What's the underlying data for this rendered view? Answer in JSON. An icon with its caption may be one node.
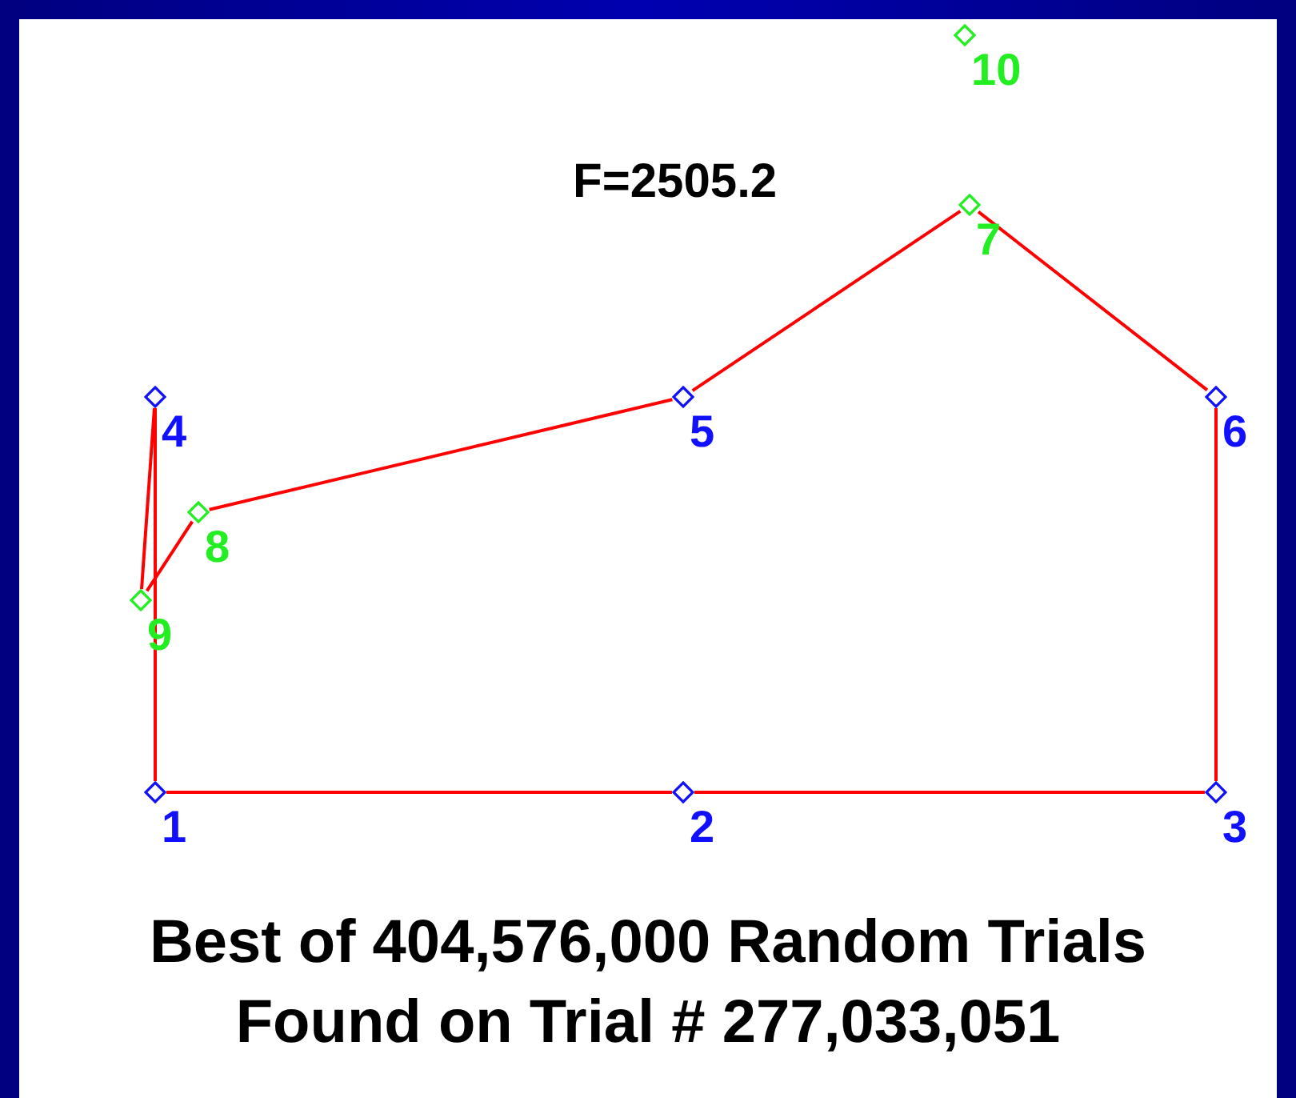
{
  "diagram": {
    "nodes": [
      {
        "text": [],
        "shape": "diamond",
        "beside": [
          "1"
        ]
      },
      {
        "text": [],
        "shape": "diamond",
        "beside": [
          "2"
        ]
      },
      {
        "text": [],
        "shape": "diamond",
        "beside": [
          "3"
        ]
      },
      {
        "text": [],
        "shape": "diamond",
        "beside": [
          "4"
        ]
      },
      {
        "text": [],
        "shape": "diamond",
        "beside": [
          "5"
        ]
      },
      {
        "text": [],
        "shape": "diamond",
        "beside": [
          "6"
        ]
      },
      {
        "text": [],
        "shape": "diamond",
        "beside": [
          "7"
        ]
      },
      {
        "text": [],
        "shape": "diamond",
        "beside": [
          "8"
        ]
      },
      {
        "text": [],
        "shape": "diamond",
        "beside": [
          "9"
        ]
      },
      {
        "text": [],
        "shape": "diamond",
        "beside": [
          "10"
        ]
      }
    ],
    "edges": [
      {
        "from": 0,
        "to": 1,
        "arrow": "none"
      },
      {
        "from": 1,
        "to": 2,
        "arrow": "none"
      },
      {
        "from": 2,
        "to": 5,
        "arrow": "none"
      },
      {
        "from": 5,
        "to": 6,
        "arrow": "none"
      },
      {
        "from": 6,
        "to": 4,
        "arrow": "none"
      },
      {
        "from": 4,
        "to": 7,
        "arrow": "none"
      },
      {
        "from": 7,
        "to": 8,
        "arrow": "none"
      },
      {
        "from": 8,
        "to": 3,
        "arrow": "none"
      },
      {
        "from": 3,
        "to": 0,
        "arrow": "none"
      }
    ],
    "labels": [
      "F=2505.2",
      "Best of 404,576,000 Random Trials",
      "Found on Trial # 277,033,051"
    ]
  }
}
